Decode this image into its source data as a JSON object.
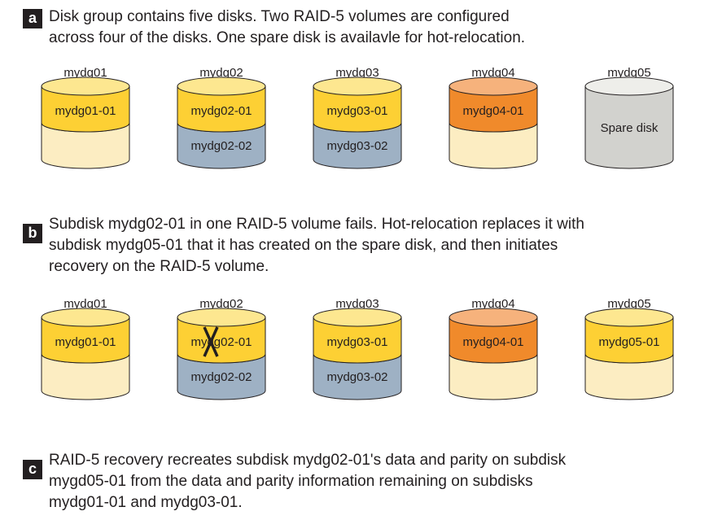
{
  "colors": {
    "yellow": "#fdd034",
    "yellow_top": "#fde790",
    "pale": "#fcedc2",
    "steel": "#9eb1c4",
    "orange": "#f08a2b",
    "orange_top": "#f6b27c",
    "spare": "#d2d2ce",
    "spare_top": "#eeeeea",
    "stroke": "#231f20"
  },
  "sections": [
    {
      "badge": "a",
      "lines": [
        "Disk group contains five disks. Two RAID-5 volumes are configured",
        "across four of the disks. One spare disk is availavle for hot-relocation."
      ],
      "disks": [
        {
          "name": "mydg01",
          "top": "mydg01-01",
          "top_color": "yellow",
          "bottom": "",
          "bottom_color": "pale",
          "failed": false
        },
        {
          "name": "mydg02",
          "top": "mydg02-01",
          "top_color": "yellow",
          "bottom": "mydg02-02",
          "bottom_color": "steel",
          "failed": false
        },
        {
          "name": "mydg03",
          "top": "mydg03-01",
          "top_color": "yellow",
          "bottom": "mydg03-02",
          "bottom_color": "steel",
          "failed": false
        },
        {
          "name": "mydg04",
          "top": "mydg04-01",
          "top_color": "orange",
          "bottom": "",
          "bottom_color": "pale",
          "failed": false
        },
        {
          "name": "mydg05",
          "spare": true,
          "label": "Spare disk"
        }
      ]
    },
    {
      "badge": "b",
      "lines": [
        "Subdisk mydg02-01 in one RAID-5 volume fails. Hot-relocation replaces it with",
        "subdisk mydg05-01 that it has created on the spare disk, and then initiates",
        "recovery on the RAID-5 volume."
      ],
      "disks": [
        {
          "name": "mydg01",
          "top": "mydg01-01",
          "top_color": "yellow",
          "bottom": "",
          "bottom_color": "pale",
          "failed": false
        },
        {
          "name": "mydg02",
          "top": "mydg02-01",
          "top_color": "yellow",
          "bottom": "mydg02-02",
          "bottom_color": "steel",
          "failed": true
        },
        {
          "name": "mydg03",
          "top": "mydg03-01",
          "top_color": "yellow",
          "bottom": "mydg03-02",
          "bottom_color": "steel",
          "failed": false
        },
        {
          "name": "mydg04",
          "top": "mydg04-01",
          "top_color": "orange",
          "bottom": "",
          "bottom_color": "pale",
          "failed": false
        },
        {
          "name": "mydg05",
          "top": "mydg05-01",
          "top_color": "yellow",
          "bottom": "",
          "bottom_color": "pale",
          "failed": false
        }
      ]
    },
    {
      "badge": "c",
      "lines": [
        "RAID-5 recovery recreates subdisk mydg02-01's data and parity on subdisk",
        "mygd05-01 from the data and parity information remaining on subdisks",
        "mydg01-01 and mydg03-01."
      ]
    }
  ]
}
